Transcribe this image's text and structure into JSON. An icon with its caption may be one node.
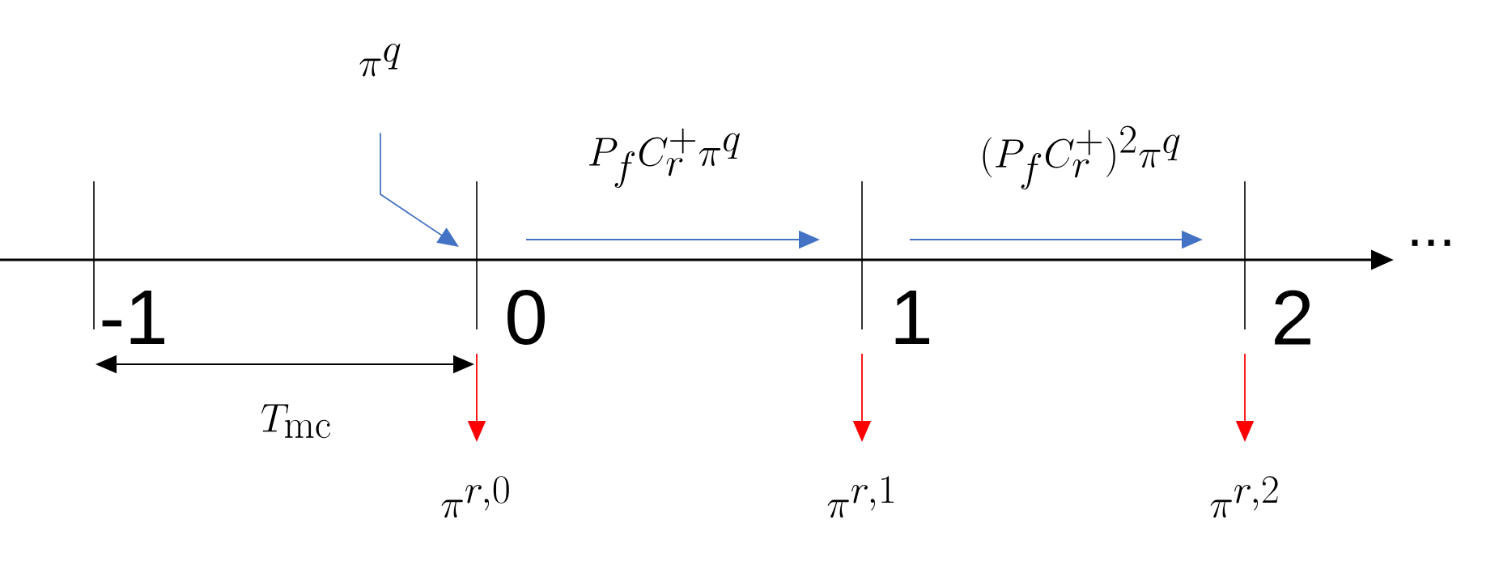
{
  "diagram": {
    "nodes": [
      {
        "text": [
          "\\pi^q"
        ]
      },
      {
        "text": [
          "-1"
        ]
      },
      {
        "text": [
          "0"
        ]
      },
      {
        "text": [
          "1"
        ]
      },
      {
        "text": [
          "2"
        ]
      },
      {
        "text": [
          "\\pi^{r,0}"
        ]
      },
      {
        "text": [
          "\\pi^{r,1}"
        ]
      },
      {
        "text": [
          "\\pi^{r,2}"
        ]
      }
    ],
    "edges": [
      {
        "from": 0,
        "to": 2,
        "arrow": "to",
        "color": "#4472c4"
      },
      {
        "from": 2,
        "to": 3,
        "arrow": "to",
        "color": "#4472c4",
        "label": "P_f C_r^+ \\pi^q"
      },
      {
        "from": 3,
        "to": 4,
        "arrow": "to",
        "color": "#4472c4",
        "label": "(P_f C_r^+)^2 \\pi^q"
      },
      {
        "from": 1,
        "to": 2,
        "arrow": "both",
        "color": "#000000",
        "label": "T_{\\mathrm{mc}}"
      },
      {
        "from": 2,
        "to": 5,
        "arrow": "to",
        "color": "#ff0000"
      },
      {
        "from": 3,
        "to": 6,
        "arrow": "to",
        "color": "#ff0000"
      },
      {
        "from": 4,
        "to": 7,
        "arrow": "to",
        "color": "#ff0000"
      }
    ],
    "labels": [
      "..."
    ]
  }
}
